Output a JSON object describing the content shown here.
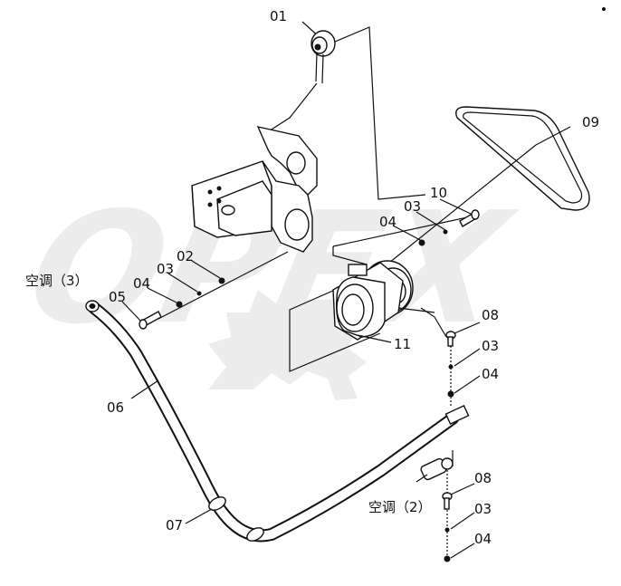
{
  "watermark": {
    "text": "OPEX"
  },
  "callouts": {
    "c01": "01",
    "c02": "02",
    "c03a": "03",
    "c04a": "04",
    "c05": "05",
    "c06": "06",
    "c07": "07",
    "c08a": "08",
    "c03b": "03",
    "c04b": "04",
    "c08b": "08",
    "c03c": "03",
    "c04c": "04",
    "c09": "09",
    "c10": "10",
    "c03d": "03",
    "c04d": "04",
    "c11": "11"
  },
  "labels": {
    "ac3": "空调（3）",
    "ac2": "空调（2）"
  }
}
